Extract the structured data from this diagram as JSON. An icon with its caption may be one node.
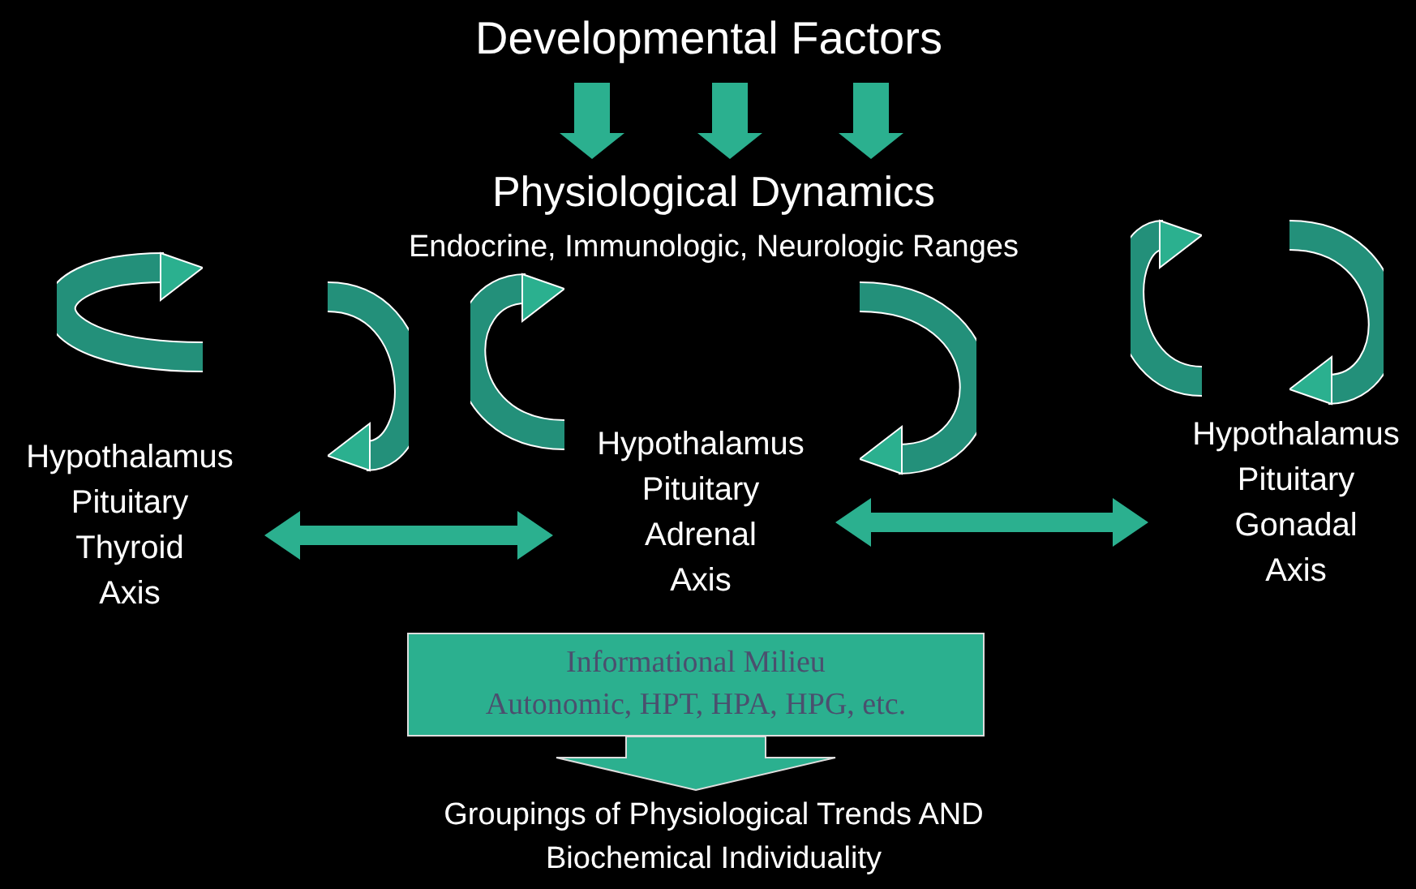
{
  "diagram": {
    "nodes": [
      {
        "text": [
          "Developmental Factors"
        ]
      },
      {
        "text": [
          "Physiological Dynamics",
          "Endocrine, Immunologic, Neurologic Ranges"
        ]
      },
      {
        "text": [
          "Hypothalamus Pituitary Thyroid Axis"
        ]
      },
      {
        "text": [
          "Hypothalamus Pituitary Adrenal Axis"
        ]
      },
      {
        "text": [
          "Hypothalamus Pituitary Gonadal Axis"
        ]
      },
      {
        "text": [
          "Informational Milieu",
          "Autonomic, HPT, HPA, HPG, etc."
        ]
      },
      {
        "text": [
          "Groupings of Physiological Trends AND Biochemical Individuality"
        ]
      }
    ],
    "edges": [
      {
        "from": 0,
        "to": 1,
        "arrow": "to"
      },
      {
        "from": 0,
        "to": 1,
        "arrow": "to"
      },
      {
        "from": 0,
        "to": 1,
        "arrow": "to"
      },
      {
        "from": 2,
        "to": 3,
        "arrow": "both"
      },
      {
        "from": 3,
        "to": 4,
        "arrow": "both"
      },
      {
        "from": 5,
        "to": 6,
        "arrow": "to"
      }
    ]
  }
}
